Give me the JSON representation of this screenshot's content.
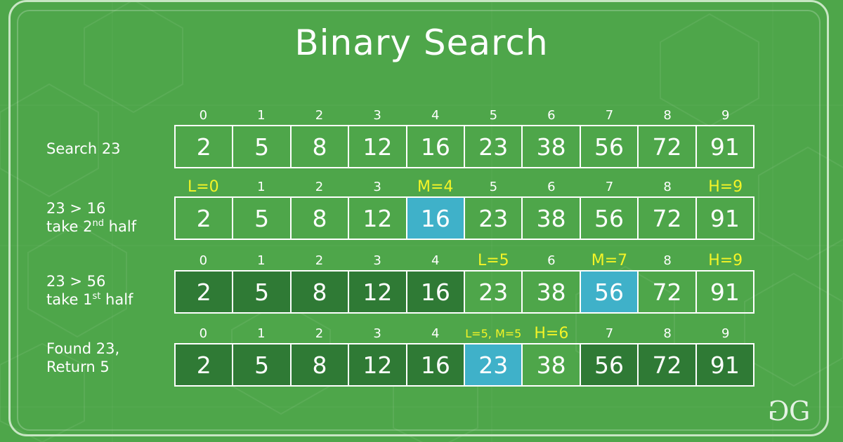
{
  "title": "Binary Search",
  "colors": {
    "background": "#4ea64a",
    "excluded_cell": "#2f7a35",
    "highlight_cell": "#3fb1c9",
    "marker_text": "#f4f427",
    "line": "#ffffff"
  },
  "steps": [
    {
      "label": [
        "Search 23"
      ],
      "indices": [
        "0",
        "1",
        "2",
        "3",
        "4",
        "5",
        "6",
        "7",
        "8",
        "9"
      ],
      "markers": [],
      "values": [
        "2",
        "5",
        "8",
        "12",
        "16",
        "23",
        "38",
        "56",
        "72",
        "91"
      ],
      "cell_states": [
        "n",
        "n",
        "n",
        "n",
        "n",
        "n",
        "n",
        "n",
        "n",
        "n"
      ]
    },
    {
      "label": [
        "23 > 16",
        "take 2nd half"
      ],
      "indices": [
        "L=0",
        "1",
        "2",
        "3",
        "M=4",
        "5",
        "6",
        "7",
        "8",
        "H=9"
      ],
      "markers": [
        0,
        4,
        9
      ],
      "values": [
        "2",
        "5",
        "8",
        "12",
        "16",
        "23",
        "38",
        "56",
        "72",
        "91"
      ],
      "cell_states": [
        "n",
        "n",
        "n",
        "n",
        "h",
        "n",
        "n",
        "n",
        "n",
        "n"
      ]
    },
    {
      "label": [
        "23 > 56",
        "take 1st half"
      ],
      "indices": [
        "0",
        "1",
        "2",
        "3",
        "4",
        "L=5",
        "6",
        "M=7",
        "8",
        "H=9"
      ],
      "markers": [
        5,
        7,
        9
      ],
      "values": [
        "2",
        "5",
        "8",
        "12",
        "16",
        "23",
        "38",
        "56",
        "72",
        "91"
      ],
      "cell_states": [
        "d",
        "d",
        "d",
        "d",
        "d",
        "n",
        "n",
        "h",
        "n",
        "n"
      ]
    },
    {
      "label": [
        "Found 23,",
        "Return 5"
      ],
      "indices": [
        "0",
        "1",
        "2",
        "3",
        "4",
        "L=5, M=5",
        "H=6",
        "7",
        "8",
        "9"
      ],
      "markers": [
        5,
        6
      ],
      "values": [
        "2",
        "5",
        "8",
        "12",
        "16",
        "23",
        "38",
        "56",
        "72",
        "91"
      ],
      "cell_states": [
        "d",
        "d",
        "d",
        "d",
        "d",
        "h",
        "n",
        "d",
        "d",
        "d"
      ]
    }
  ],
  "logo": "GG"
}
